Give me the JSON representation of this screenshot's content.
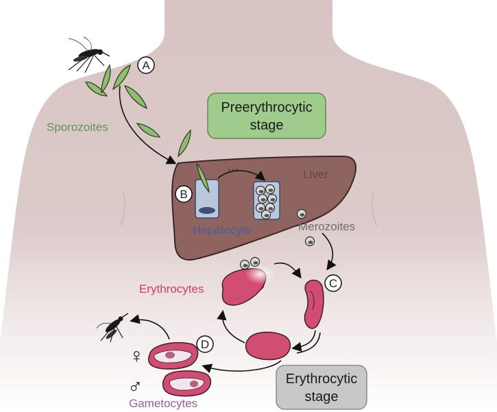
{
  "labels": {
    "sporozoites": "Sporozoites",
    "liver": "Liver",
    "hepatocyte": "Hepatocyte",
    "merozoites": "Merozoites",
    "erythrocytes": "Erythrocytes",
    "gametocytes": "Gametocytes",
    "female_symbol": "♀",
    "male_symbol": "♂",
    "dots": "···"
  },
  "stages": {
    "preerythrocytic_line1": "Preerythrocytic",
    "preerythrocytic_line2": "stage",
    "erythrocytic_line1": "Erythrocytic",
    "erythrocytic_line2": "stage"
  },
  "markers": {
    "a": "A",
    "b": "B",
    "c": "C",
    "d": "D"
  },
  "colors": {
    "skin": "#dcc9c8",
    "liver": "#8e6360",
    "liver_stroke": "#3a2626",
    "sporozoite": "#8dbf6e",
    "erythrocyte": "#d24d72",
    "merozoite": "#9a9a9a",
    "hepatocyte": "#b9c8dc",
    "pre_stage_box": "#9fcb8d",
    "ery_stage_box": "#c8c8c8",
    "sporozoite_text": "#6a9055",
    "liver_text": "#5d4a49",
    "hepatocyte_text": "#4a5d9a",
    "merozoite_text": "#6f6f6f",
    "erythrocyte_text": "#d3386a",
    "gametocyte_text": "#9a5ca5"
  }
}
